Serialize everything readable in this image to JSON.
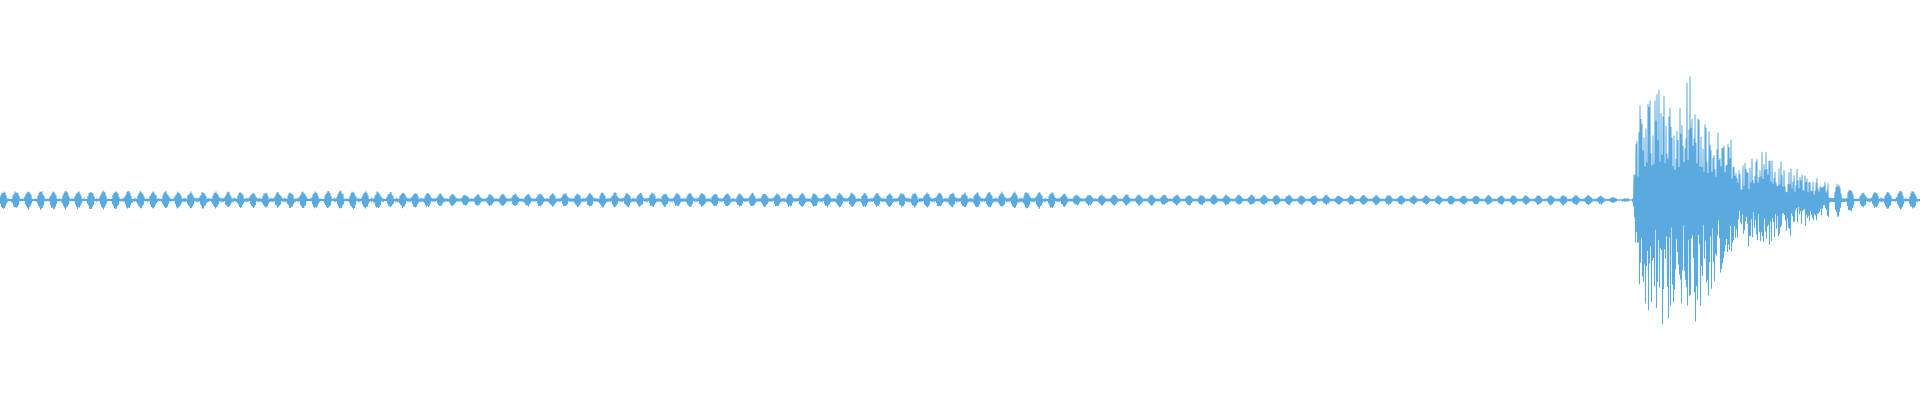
{
  "waveform": {
    "color": "#5aaae0",
    "background": "#ffffff",
    "duration_fraction_axis": "normalized",
    "envelope": [
      {
        "t": 0.0,
        "amp": 0.045
      },
      {
        "t": 0.02,
        "amp": 0.05
      },
      {
        "t": 0.06,
        "amp": 0.048
      },
      {
        "t": 0.1,
        "amp": 0.045
      },
      {
        "t": 0.14,
        "amp": 0.04
      },
      {
        "t": 0.18,
        "amp": 0.05
      },
      {
        "t": 0.22,
        "amp": 0.04
      },
      {
        "t": 0.24,
        "amp": 0.03
      },
      {
        "t": 0.28,
        "amp": 0.035
      },
      {
        "t": 0.32,
        "amp": 0.04
      },
      {
        "t": 0.34,
        "amp": 0.038
      },
      {
        "t": 0.38,
        "amp": 0.036
      },
      {
        "t": 0.44,
        "amp": 0.038
      },
      {
        "t": 0.5,
        "amp": 0.04
      },
      {
        "t": 0.545,
        "amp": 0.045
      },
      {
        "t": 0.56,
        "amp": 0.03
      },
      {
        "t": 0.62,
        "amp": 0.028
      },
      {
        "t": 0.7,
        "amp": 0.026
      },
      {
        "t": 0.78,
        "amp": 0.025
      },
      {
        "t": 0.83,
        "amp": 0.028
      },
      {
        "t": 0.85,
        "amp": 0.005
      },
      {
        "t": 0.853,
        "amp": 0.48
      },
      {
        "t": 0.86,
        "amp": 0.7
      },
      {
        "t": 0.868,
        "amp": 0.62
      },
      {
        "t": 0.876,
        "amp": 0.55
      },
      {
        "t": 0.882,
        "amp": 0.68
      },
      {
        "t": 0.89,
        "amp": 0.5
      },
      {
        "t": 0.898,
        "amp": 0.42
      },
      {
        "t": 0.906,
        "amp": 0.2
      },
      {
        "t": 0.912,
        "amp": 0.26
      },
      {
        "t": 0.92,
        "amp": 0.3
      },
      {
        "t": 0.93,
        "amp": 0.2
      },
      {
        "t": 0.945,
        "amp": 0.12
      },
      {
        "t": 0.96,
        "amp": 0.08
      },
      {
        "t": 0.97,
        "amp": 0.04
      },
      {
        "t": 0.985,
        "amp": 0.048
      },
      {
        "t": 1.0,
        "amp": 0.05
      }
    ],
    "pulse_period": 0.0065,
    "center_line": 0.5
  }
}
